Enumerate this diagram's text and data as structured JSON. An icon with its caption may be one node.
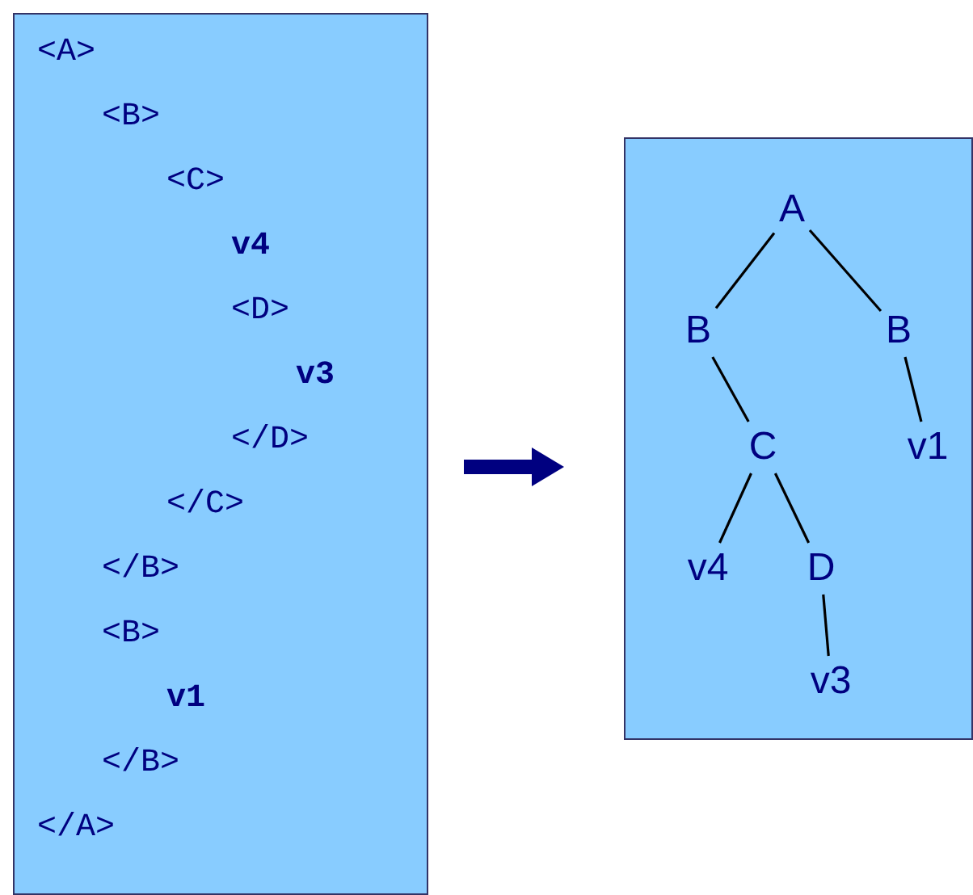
{
  "diagram": {
    "nodes": [
      {
        "text": [
          "<A>",
          "<B>",
          "<C>",
          "v4",
          "<D>",
          "v3",
          "</D>",
          "</C>",
          "</B>",
          "<B>",
          "v1",
          "</B>",
          "</A>"
        ]
      },
      {
        "text": [],
        "shape": "box"
      },
      {
        "text": [
          "A"
        ],
        "in": 1
      },
      {
        "text": [
          "B"
        ],
        "in": 1
      },
      {
        "text": [
          "B"
        ],
        "in": 1
      },
      {
        "text": [
          "C"
        ],
        "in": 1
      },
      {
        "text": [
          "v1"
        ],
        "in": 1
      },
      {
        "text": [
          "v4"
        ],
        "in": 1
      },
      {
        "text": [
          "D"
        ],
        "in": 1
      },
      {
        "text": [
          "v3"
        ],
        "in": 1
      }
    ],
    "edges": [
      {
        "from": 0,
        "to": 1,
        "arrow": "to",
        "style": "thick",
        "color": "#000080"
      },
      {
        "from": 2,
        "to": 3,
        "arrow": "none"
      },
      {
        "from": 2,
        "to": 4,
        "arrow": "none"
      },
      {
        "from": 3,
        "to": 5,
        "arrow": "none"
      },
      {
        "from": 4,
        "to": 6,
        "arrow": "none"
      },
      {
        "from": 5,
        "to": 7,
        "arrow": "none"
      },
      {
        "from": 5,
        "to": 8,
        "arrow": "none"
      },
      {
        "from": 8,
        "to": 9,
        "arrow": "none"
      }
    ]
  }
}
